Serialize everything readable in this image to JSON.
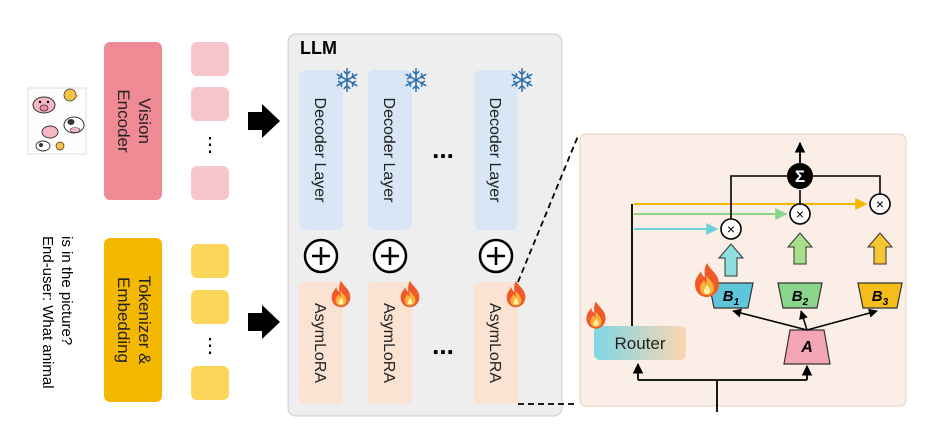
{
  "query": {
    "line1": "End-user: What animal",
    "line2": "is in the picture?"
  },
  "vision_encoder": {
    "line1": "Vision",
    "line2": "Encoder"
  },
  "tokenizer": {
    "line1": "Tokenizer &",
    "line2": "Embedding"
  },
  "ellipsis_vertical": "⋮",
  "llm_title": "LLM",
  "decoder_label": "Decoder Layer",
  "adapter_label": "AsymLoRA",
  "ellipsis_horizontal": "...",
  "detail": {
    "router_label": "Router",
    "sum_symbol": "Σ",
    "times_symbol": "×",
    "plus_symbol": "+",
    "b_matrices": [
      "B1",
      "B2",
      "B3"
    ],
    "a_matrix": "A"
  },
  "colors": {
    "vision_encoder": "#f08b96",
    "tokenizer": "#f5b800",
    "vision_token": "#f6c6cc",
    "text_token": "#fcd65a",
    "llm_panel": "#eeeeee",
    "decoder": "#d8e6f6",
    "adapter": "#fbe3d4",
    "detail_panel": "#fbeee6",
    "b1": "#5ec6da",
    "b2": "#8bd48b",
    "b3": "#f4bd1a",
    "a": "#f4a5b5",
    "arrow_b1": "#7fd9d9",
    "arrow_b2": "#a8df8a",
    "arrow_b3": "#f7c533"
  },
  "icons": [
    "snowflake-icon",
    "flame-icon",
    "animals-image"
  ]
}
